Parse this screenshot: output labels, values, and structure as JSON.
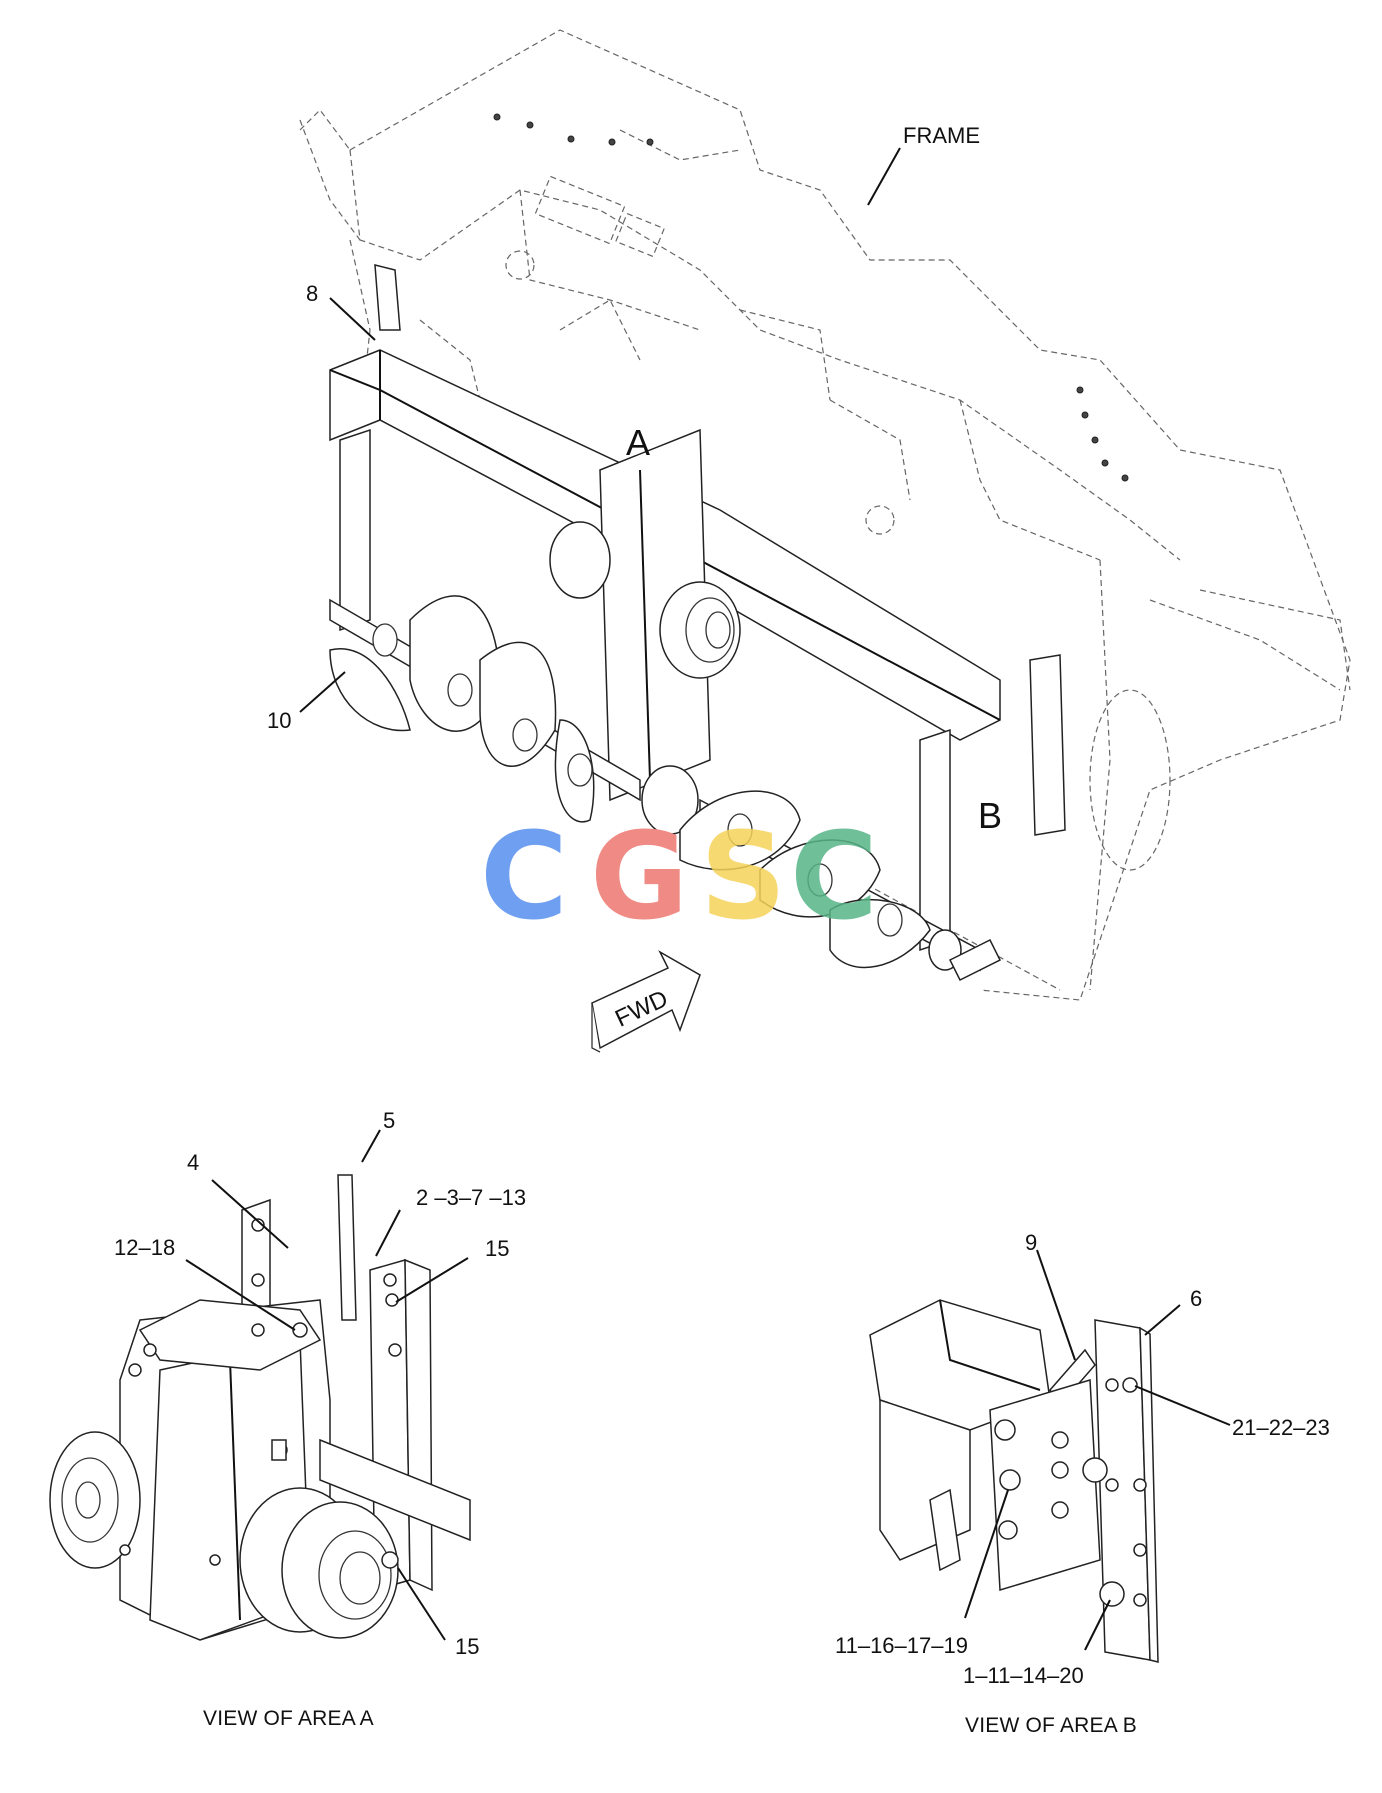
{
  "labels": {
    "frame": "FRAME",
    "c8": "8",
    "c10": "10",
    "areaA": "A",
    "areaB": "B",
    "fwd": "FWD",
    "c4": "4",
    "c5": "5",
    "c2_3_7_13": "2 –3–7 –13",
    "c12_18": "12–18",
    "c15_top": "15",
    "c15_bot": "15",
    "c9": "9",
    "c6": "6",
    "c21_22_23": "21–22–23",
    "c11_16_17_19": "11–16–17–19",
    "c1_11_14_20": "1–11–14–20",
    "viewA": "VIEW OF AREA A",
    "viewB": "VIEW OF AREA B"
  },
  "watermark": {
    "letters": [
      "C",
      "G",
      "S",
      "C"
    ],
    "colors": [
      "#6f9ff0",
      "#f08a84",
      "#f6d35a",
      "#57b487"
    ]
  }
}
